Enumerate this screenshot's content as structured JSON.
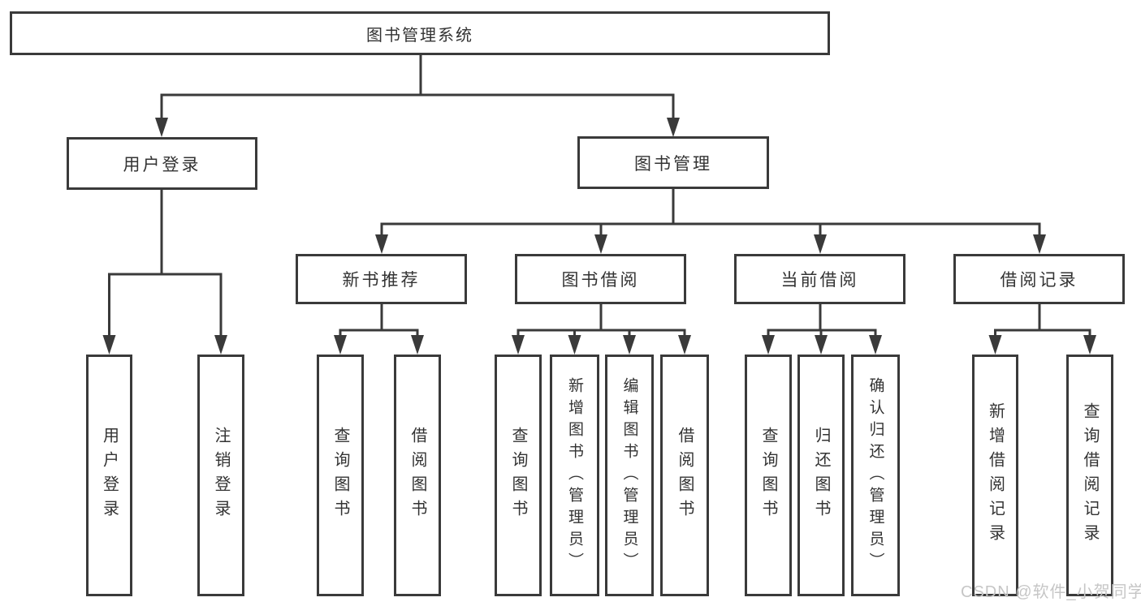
{
  "colors": {
    "line": "#3a3a3a",
    "text": "#333333",
    "box_bg": "#ffffff",
    "watermark": "#c6c6c6"
  },
  "tree": {
    "root": {
      "label": "图书管理系统"
    },
    "level2": [
      {
        "label": "用户登录"
      },
      {
        "label": "图书管理"
      }
    ],
    "level3": [
      {
        "label": "新书推荐"
      },
      {
        "label": "图书借阅"
      },
      {
        "label": "当前借阅"
      },
      {
        "label": "借阅记录"
      }
    ],
    "leaves": {
      "user_login": [
        {
          "label": "用户登录"
        },
        {
          "label": "注销登录"
        }
      ],
      "new_book_recommend": [
        {
          "label": "查询图书"
        },
        {
          "label": "借阅图书"
        }
      ],
      "book_borrowing": [
        {
          "label": "查询图书"
        },
        {
          "label": "新增图书（管理员）"
        },
        {
          "label": "编辑图书（管理员）"
        },
        {
          "label": "借阅图书"
        }
      ],
      "current_borrowing": [
        {
          "label": "查询图书"
        },
        {
          "label": "归还图书"
        },
        {
          "label": "确认归还（管理员）"
        }
      ],
      "borrow_records": [
        {
          "label": "新增借阅记录"
        },
        {
          "label": "查询借阅记录"
        }
      ]
    }
  },
  "watermark": {
    "text": "CSDN @软件_小贺同学"
  }
}
